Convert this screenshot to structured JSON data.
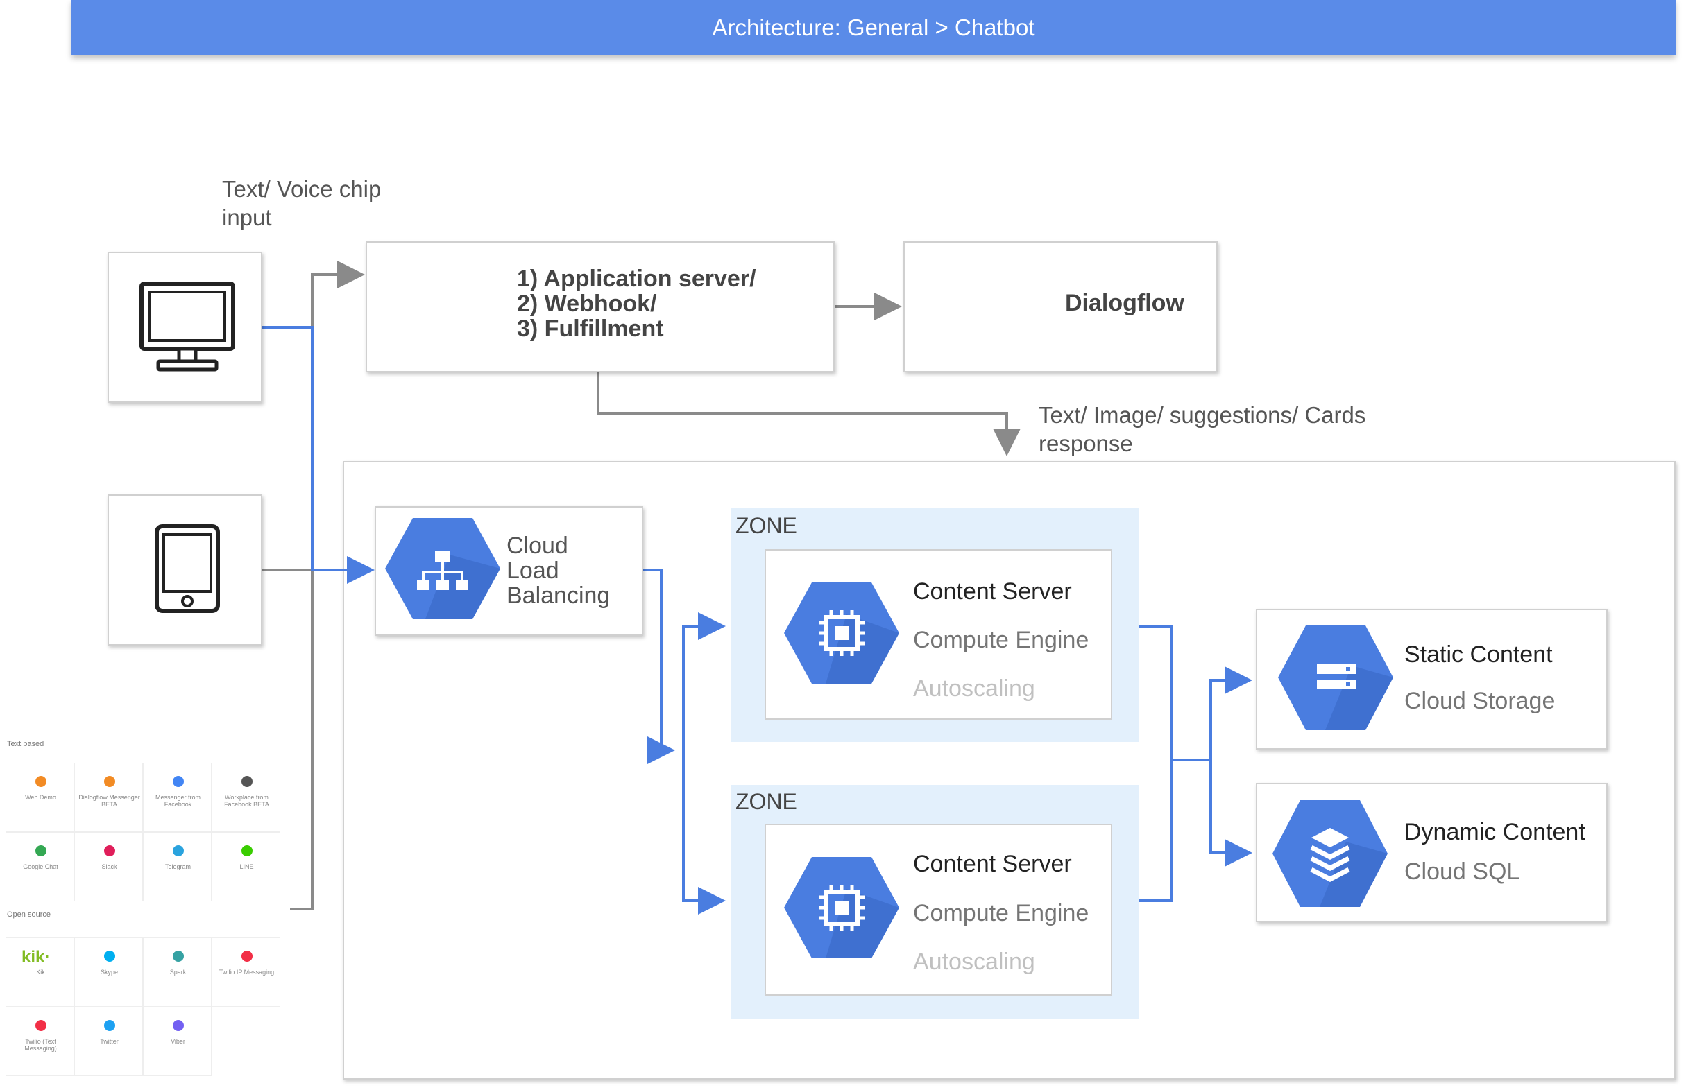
{
  "header": {
    "title": "Architecture: General > Chatbot"
  },
  "labels": {
    "input_line1": "Text/ Voice chip",
    "input_line2": "input",
    "response_line1": "Text/ Image/ suggestions/ Cards",
    "response_line2": "response"
  },
  "app_server": {
    "line1": "1) Application server/",
    "line2": "2) Webhook/",
    "line3": "3) Fulfillment"
  },
  "dialogflow": {
    "label": "Dialogflow"
  },
  "load_balancer": {
    "line1": "Cloud",
    "line2": "Load",
    "line3": "Balancing"
  },
  "zones": [
    {
      "label": "ZONE",
      "title": "Content Server",
      "subtitle": "Compute Engine",
      "note": "Autoscaling"
    },
    {
      "label": "ZONE",
      "title": "Content Server",
      "subtitle": "Compute Engine",
      "note": "Autoscaling"
    }
  ],
  "storage": [
    {
      "title": "Static Content",
      "subtitle": "Cloud Storage"
    },
    {
      "title": "Dynamic Content",
      "subtitle": "Cloud SQL"
    }
  ],
  "integrations": {
    "text_based_header": "Text based",
    "open_source_header": "Open source",
    "text_based": [
      {
        "name": "Web Demo",
        "color": "#f28b24"
      },
      {
        "name": "Dialogflow Messenger BETA",
        "color": "#f28b24"
      },
      {
        "name": "Messenger from Facebook",
        "color": "#4285f4"
      },
      {
        "name": "Workplace from Facebook BETA",
        "color": "#555555"
      },
      {
        "name": "Google Chat",
        "color": "#34a853"
      },
      {
        "name": "Slack",
        "color": "#e01e5a"
      },
      {
        "name": "Telegram",
        "color": "#2aa3de"
      },
      {
        "name": "LINE",
        "color": "#3acd01"
      }
    ],
    "open_source": [
      {
        "name": "Kik",
        "color": "#82bc23"
      },
      {
        "name": "Skype",
        "color": "#00aff0"
      },
      {
        "name": "Spark",
        "color": "#36a2a3"
      },
      {
        "name": "Twilio IP Messaging",
        "color": "#f22f46"
      },
      {
        "name": "Twilio (Text Messaging)",
        "color": "#f22f46"
      },
      {
        "name": "Twitter",
        "color": "#1da1f2"
      },
      {
        "name": "Viber",
        "color": "#7360f2"
      }
    ],
    "kik_logo": "kik·"
  },
  "colors": {
    "accent": "#4a7de0",
    "gray_line": "#8a8a8a",
    "hex_blue": "#4a7de0",
    "hex_shadow": "#3b6bc9",
    "zone_bg": "#e3f0fc"
  }
}
